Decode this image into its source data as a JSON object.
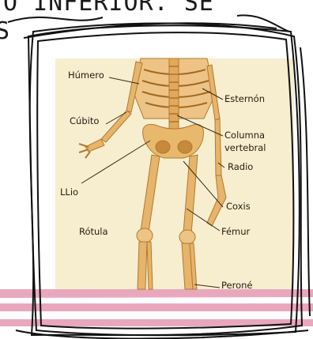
{
  "header": {
    "title_fragment": "O INFERIOR. SE",
    "left_fragment": "S"
  },
  "diagram": {
    "labels": {
      "humero": "Húmero",
      "esternon": "Esternón",
      "cubito": "Cúbito",
      "columna_vertebral_line1": "Columna",
      "columna_vertebral_line2": "vertebral",
      "radio": "Radio",
      "llio": "LLio",
      "coxis": "Coxis",
      "rotula": "Rótula",
      "femur": "Fémur",
      "perone": "Peroné"
    }
  },
  "colors": {
    "frame_stroke": "#111111",
    "panel_background": "#f6eecf",
    "bone": "#e6b46a",
    "bone_shadow": "#b07a2e",
    "tape_pink": "#e9a7bd"
  }
}
